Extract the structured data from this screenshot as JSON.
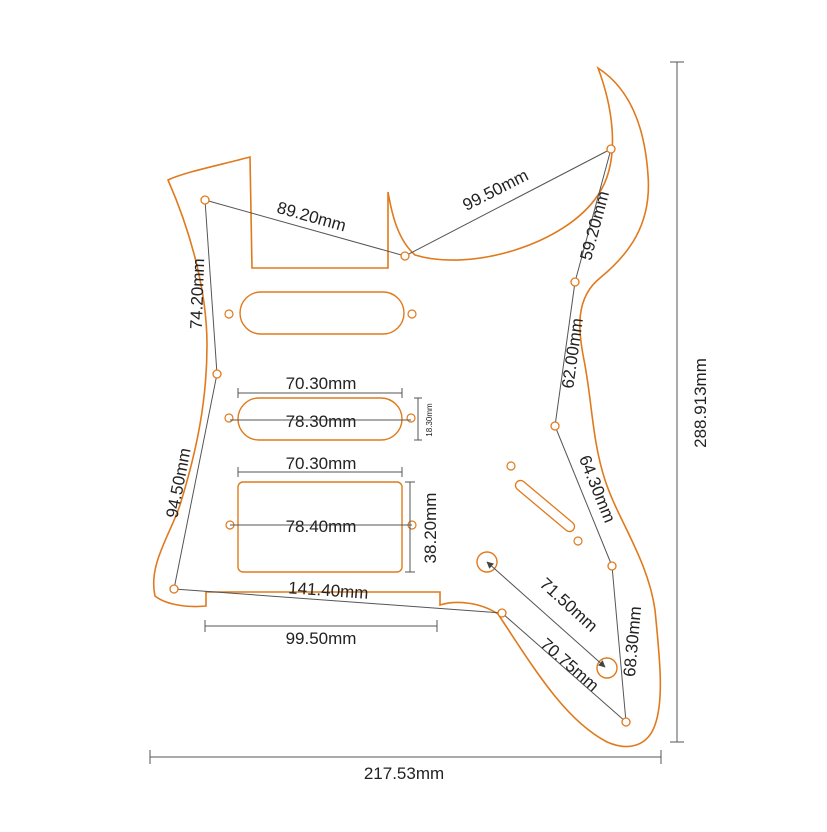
{
  "colors": {
    "outline": "#e07a1c",
    "guide": "#555555",
    "text": "#222222"
  },
  "dimensions": {
    "overall_width": "217.53mm",
    "overall_height": "288.913mm",
    "top_left_span": "89.20mm",
    "top_right_span": "99.50mm",
    "left_upper": "74.20mm",
    "left_lower": "94.50mm",
    "right_upper": "59.20mm",
    "right_middle": "62.00mm",
    "right_lower": "64.30mm",
    "right_bottom": "68.30mm",
    "bottom_left_span": "141.40mm",
    "bottom_right_span": "70.75mm",
    "jack_span": "71.50mm",
    "cutout_width": "99.50mm",
    "middle_pickup_width": "70.30mm",
    "middle_pickup_mount": "78.30mm",
    "middle_pickup_height": "18.30mm",
    "bridge_pickup_width": "70.30mm",
    "bridge_pickup_mount": "78.40mm",
    "bridge_pickup_height": "38.20mm"
  }
}
